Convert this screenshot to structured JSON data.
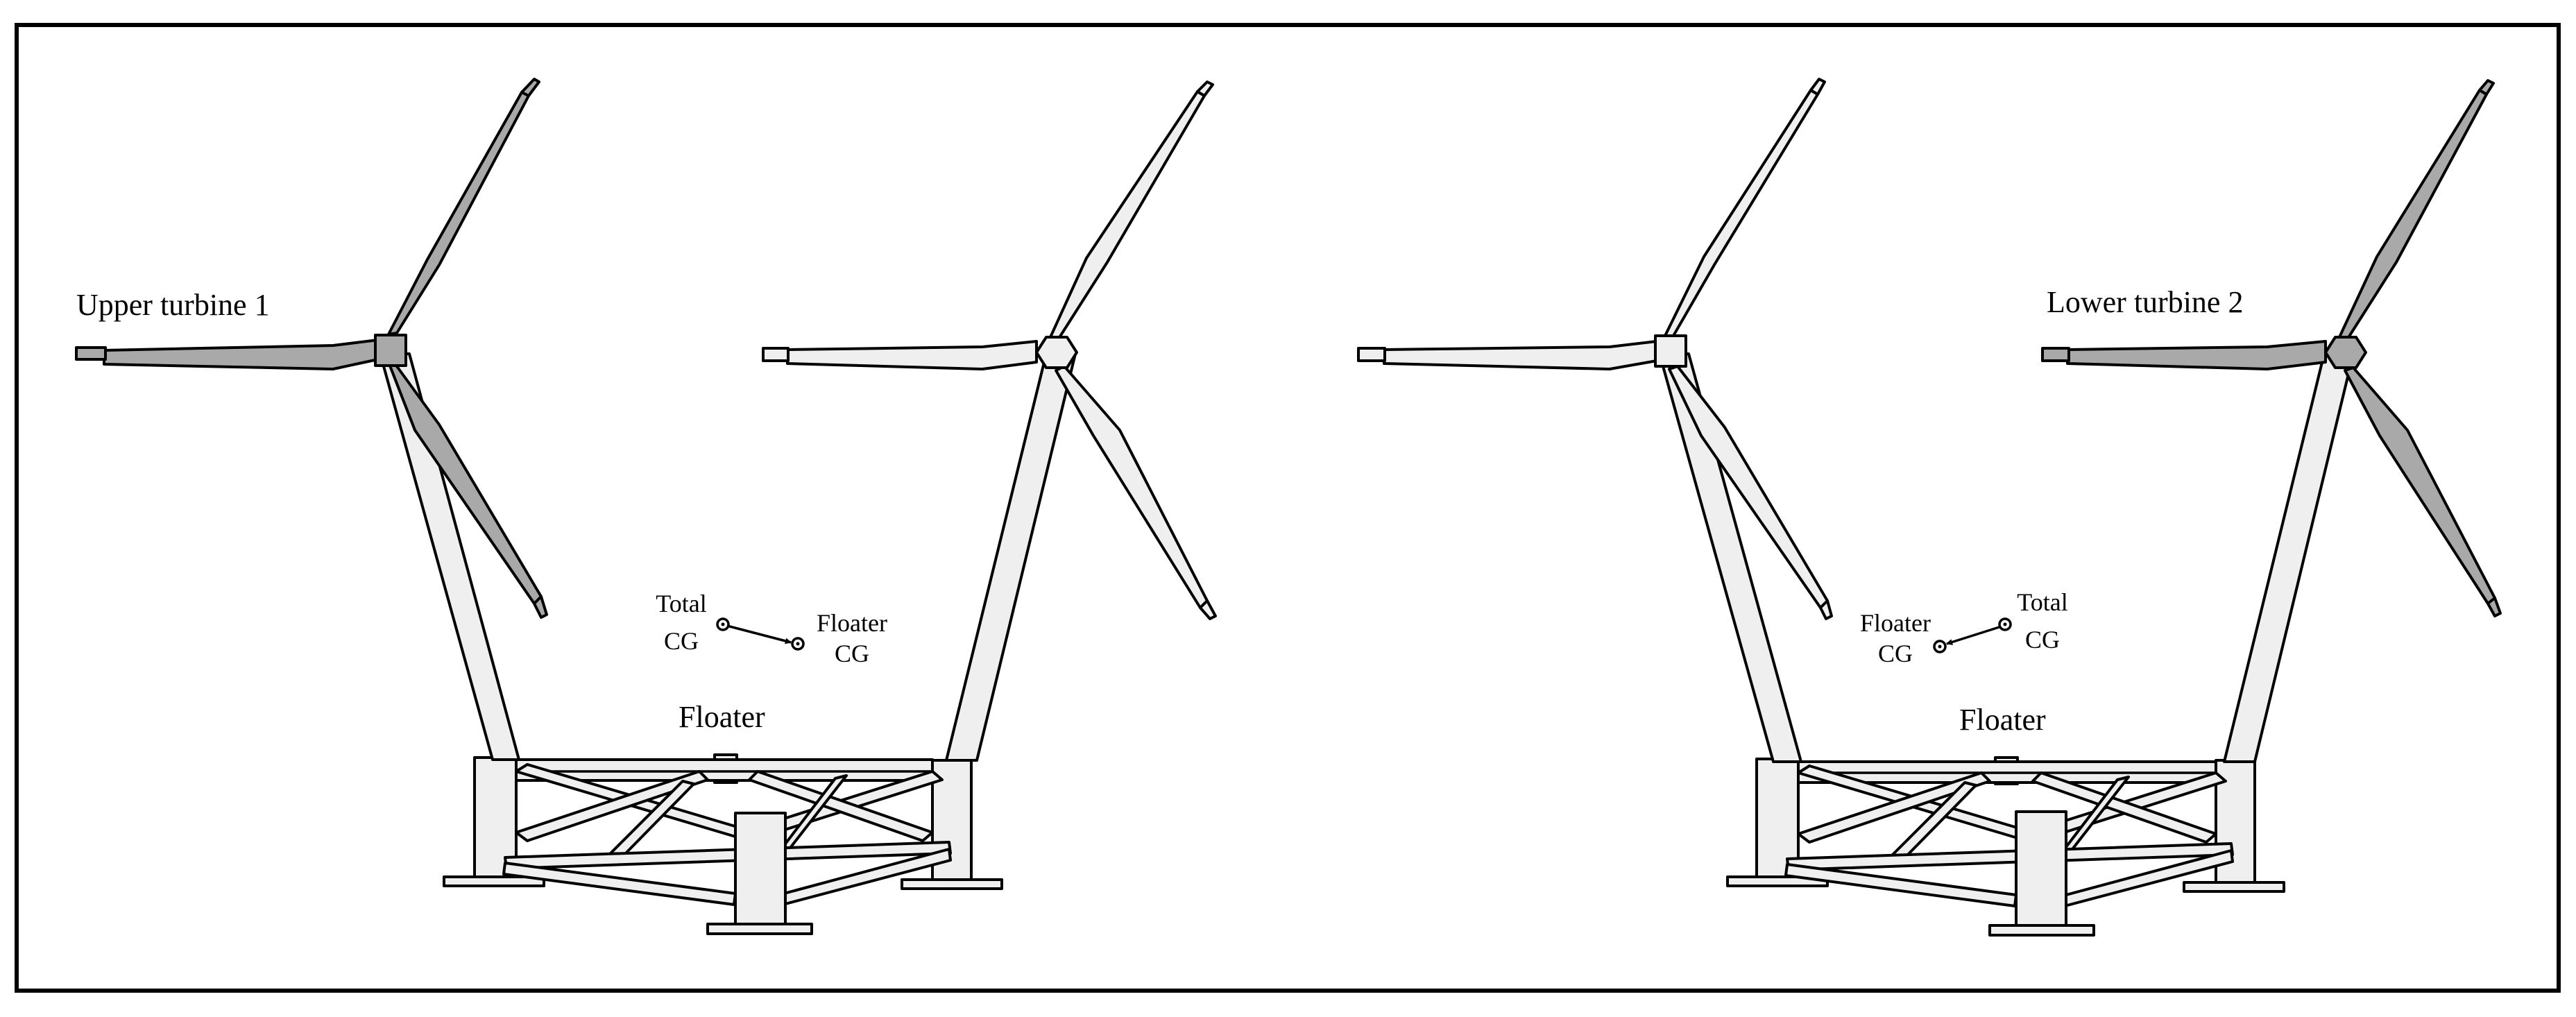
{
  "colors": {
    "light": "#efefef",
    "dark": "#a9a9a9",
    "stroke": "#000000"
  },
  "left": {
    "turbine_label": "Upper turbine 1",
    "floater_label": "Floater",
    "cg_a_line1": "Total",
    "cg_a_line2": "CG",
    "cg_b_line1": "Floater",
    "cg_b_line2": "CG"
  },
  "right": {
    "turbine_label": "Lower turbine 2",
    "floater_label": "Floater",
    "cg_a_line1": "Floater",
    "cg_a_line2": "CG",
    "cg_b_line1": "Total",
    "cg_b_line2": "CG"
  }
}
